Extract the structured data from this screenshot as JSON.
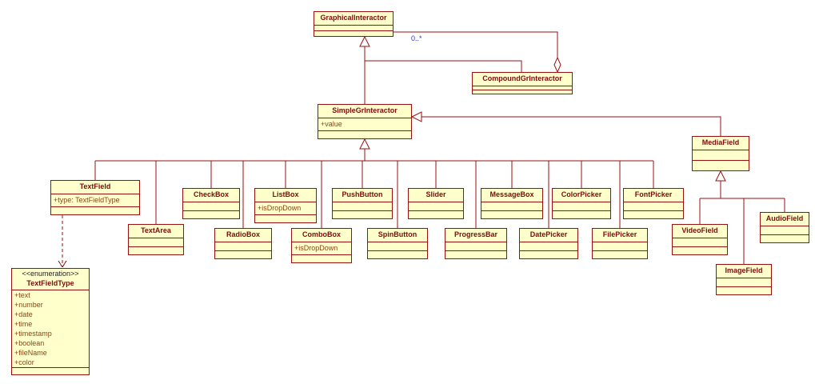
{
  "colors": {
    "background": "#ffffff",
    "class_fill": "#ffffcc",
    "class_border": "#991111",
    "class_name_text": "#7a0d0d",
    "attribute_text": "#8a4515",
    "multiplicity_text": "#3333cc",
    "stereotype_text": "#222222"
  },
  "labels": {
    "aggregation_multiplicity": "0..*"
  },
  "classes": [
    {
      "name": "GraphicalInteractor",
      "attributes": []
    },
    {
      "name": "CompoundGrInteractor",
      "attributes": []
    },
    {
      "name": "SimpleGrInteractor",
      "attributes": [
        "+value"
      ]
    },
    {
      "name": "MediaField",
      "attributes": []
    },
    {
      "name": "TextField",
      "attributes": [
        "+type: TextFieldType"
      ]
    },
    {
      "name": "CheckBox",
      "attributes": []
    },
    {
      "name": "ListBox",
      "attributes": [
        "+isDropDown"
      ]
    },
    {
      "name": "PushButton",
      "attributes": []
    },
    {
      "name": "Slider",
      "attributes": []
    },
    {
      "name": "MessageBox",
      "attributes": []
    },
    {
      "name": "ColorPicker",
      "attributes": []
    },
    {
      "name": "FontPicker",
      "attributes": []
    },
    {
      "name": "TextArea",
      "attributes": []
    },
    {
      "name": "RadioBox",
      "attributes": []
    },
    {
      "name": "ComboBox",
      "attributes": [
        "+isDropDown"
      ]
    },
    {
      "name": "SpinButton",
      "attributes": []
    },
    {
      "name": "ProgressBar",
      "attributes": []
    },
    {
      "name": "DatePicker",
      "attributes": []
    },
    {
      "name": "FilePicker",
      "attributes": []
    },
    {
      "name": "VideoField",
      "attributes": []
    },
    {
      "name": "ImageField",
      "attributes": []
    },
    {
      "name": "AudioField",
      "attributes": []
    }
  ],
  "enumeration": {
    "stereotype": "<<enumeration>>",
    "name": "TextFieldType",
    "literals": [
      "+text",
      "+number",
      "+date",
      "+time",
      "+timestamp",
      "+boolean",
      "+fileName",
      "+color"
    ]
  }
}
